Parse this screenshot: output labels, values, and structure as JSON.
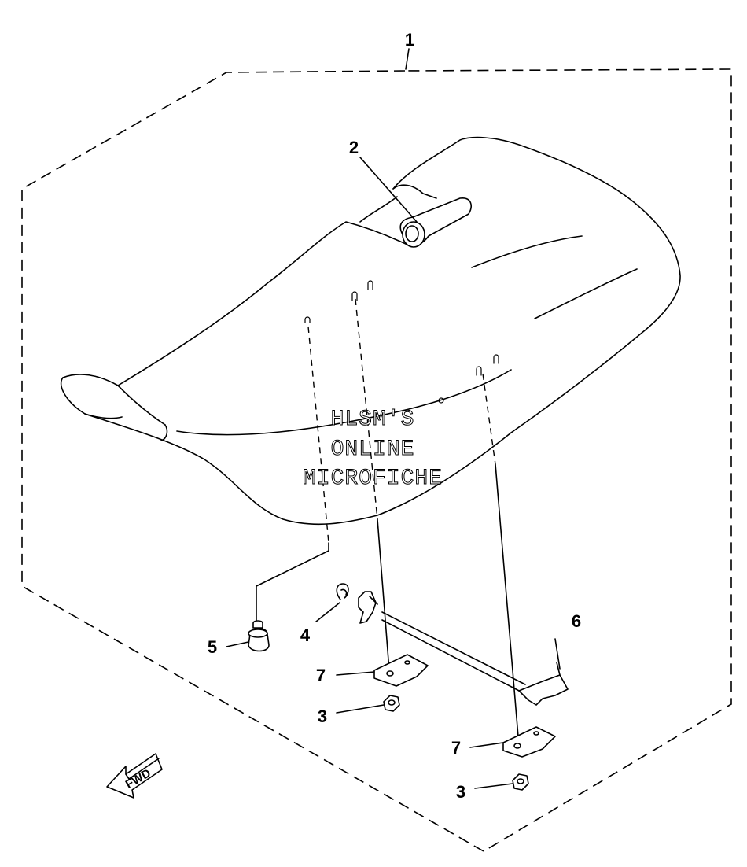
{
  "assembly_label": "1",
  "callouts": {
    "c2": "2",
    "c3a": "3",
    "c3b": "3",
    "c4": "4",
    "c5": "5",
    "c6": "6",
    "c7a": "7",
    "c7b": "7"
  },
  "watermark": {
    "line1": "HLSM'S",
    "line2": "ONLINE",
    "line3": "MICROFICHE"
  },
  "direction_arrow": {
    "label": "FWD",
    "icon": "forward-arrow-icon"
  }
}
